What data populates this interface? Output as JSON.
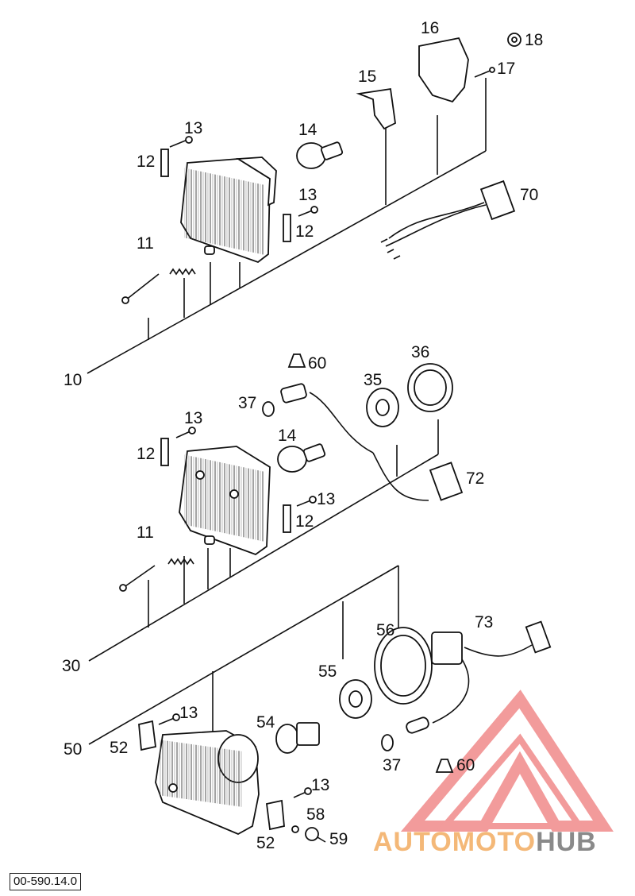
{
  "callouts": {
    "g10": "10",
    "g11a": "11",
    "g12a": "12",
    "g13a": "13",
    "g14a": "14",
    "g15": "15",
    "g16": "16",
    "g17": "17",
    "g18": "18",
    "g13b": "13",
    "g12b": "12",
    "g70": "70",
    "g30": "30",
    "g11b": "11",
    "g12c": "12",
    "g13c": "13",
    "g14b": "14",
    "g37a": "37",
    "g60a": "60",
    "g35": "35",
    "g36": "36",
    "g13d": "13",
    "g12d": "12",
    "g72": "72",
    "g50": "50",
    "g52a": "52",
    "g13e": "13",
    "g54": "54",
    "g55": "55",
    "g56": "56",
    "g73": "73",
    "g37b": "37",
    "g60b": "60",
    "g13f": "13",
    "g58": "58",
    "g52b": "52",
    "g59": "59"
  },
  "reference_code": "00-590.14.0",
  "watermark": {
    "part1": "AUTOMOTO",
    "part2": "HUB",
    "color1": "#f4b878",
    "color2": "#8a8a8a",
    "mark_color": "#f08a8a"
  }
}
